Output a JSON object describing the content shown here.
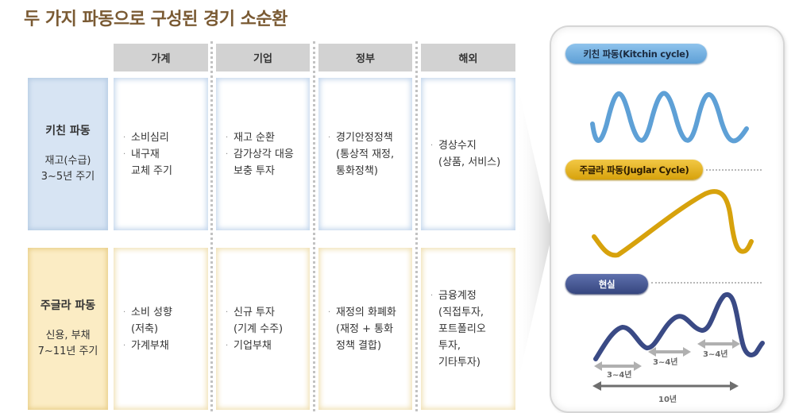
{
  "title": "두 가지 파동으로 구성된 경기 소순환",
  "columns": [
    "가계",
    "기업",
    "정부",
    "해외"
  ],
  "rows": {
    "kitchin": {
      "name": "키친 파동",
      "desc_line1": "재고(수급)",
      "desc_line2": "3~5년 주기",
      "color": "#d7e4f3",
      "cells": {
        "household": [
          {
            "text": "소비심리",
            "cont": []
          },
          {
            "text": "내구재",
            "cont": [
              "교체 주기"
            ]
          }
        ],
        "business": [
          {
            "text": "재고 순환",
            "cont": []
          },
          {
            "text": "감가상각 대응",
            "cont": [
              "보충 투자"
            ]
          }
        ],
        "government": [
          {
            "text": "경기안정정책",
            "cont": [
              "(통상적 재정,",
              "통화정책)"
            ]
          }
        ],
        "foreign": [
          {
            "text": "경상수지",
            "cont": [
              "(상품, 서비스)"
            ]
          }
        ]
      }
    },
    "juglar": {
      "name": "주글라 파동",
      "desc_line1": "신용, 부채",
      "desc_line2": "7~11년 주기",
      "color": "#fbecc4",
      "cells": {
        "household": [
          {
            "text": "소비 성향",
            "cont": [
              "(저축)"
            ]
          },
          {
            "text": "가계부채",
            "cont": []
          }
        ],
        "business": [
          {
            "text": "신규 투자",
            "cont": [
              "(기계 수주)"
            ]
          },
          {
            "text": "기업부채",
            "cont": []
          }
        ],
        "government": [
          {
            "text": "재정의 화폐화",
            "cont": [
              "(재정 + 통화",
              "정책 결합)"
            ]
          }
        ],
        "foreign": [
          {
            "text": "금융계정",
            "cont": [
              "(직접투자,",
              "포트폴리오",
              "투자,",
              "기타투자)"
            ]
          }
        ]
      }
    }
  },
  "bullet": "·",
  "panel": {
    "kitchin_label": "키친 파동(Kitchin cycle)",
    "juglar_label": "주글라 파동(Juglar Cycle)",
    "reality_label": "현실",
    "span_labels": [
      "3~4년",
      "3~4년",
      "3~4년"
    ],
    "total_label": "10년",
    "colors": {
      "kitchin": "#5ea0d6",
      "juglar": "#d7a20c",
      "reality": "#3a4a85",
      "span_arrow": "#b0b0b0",
      "total_arrow": "#6e6e6e"
    }
  }
}
